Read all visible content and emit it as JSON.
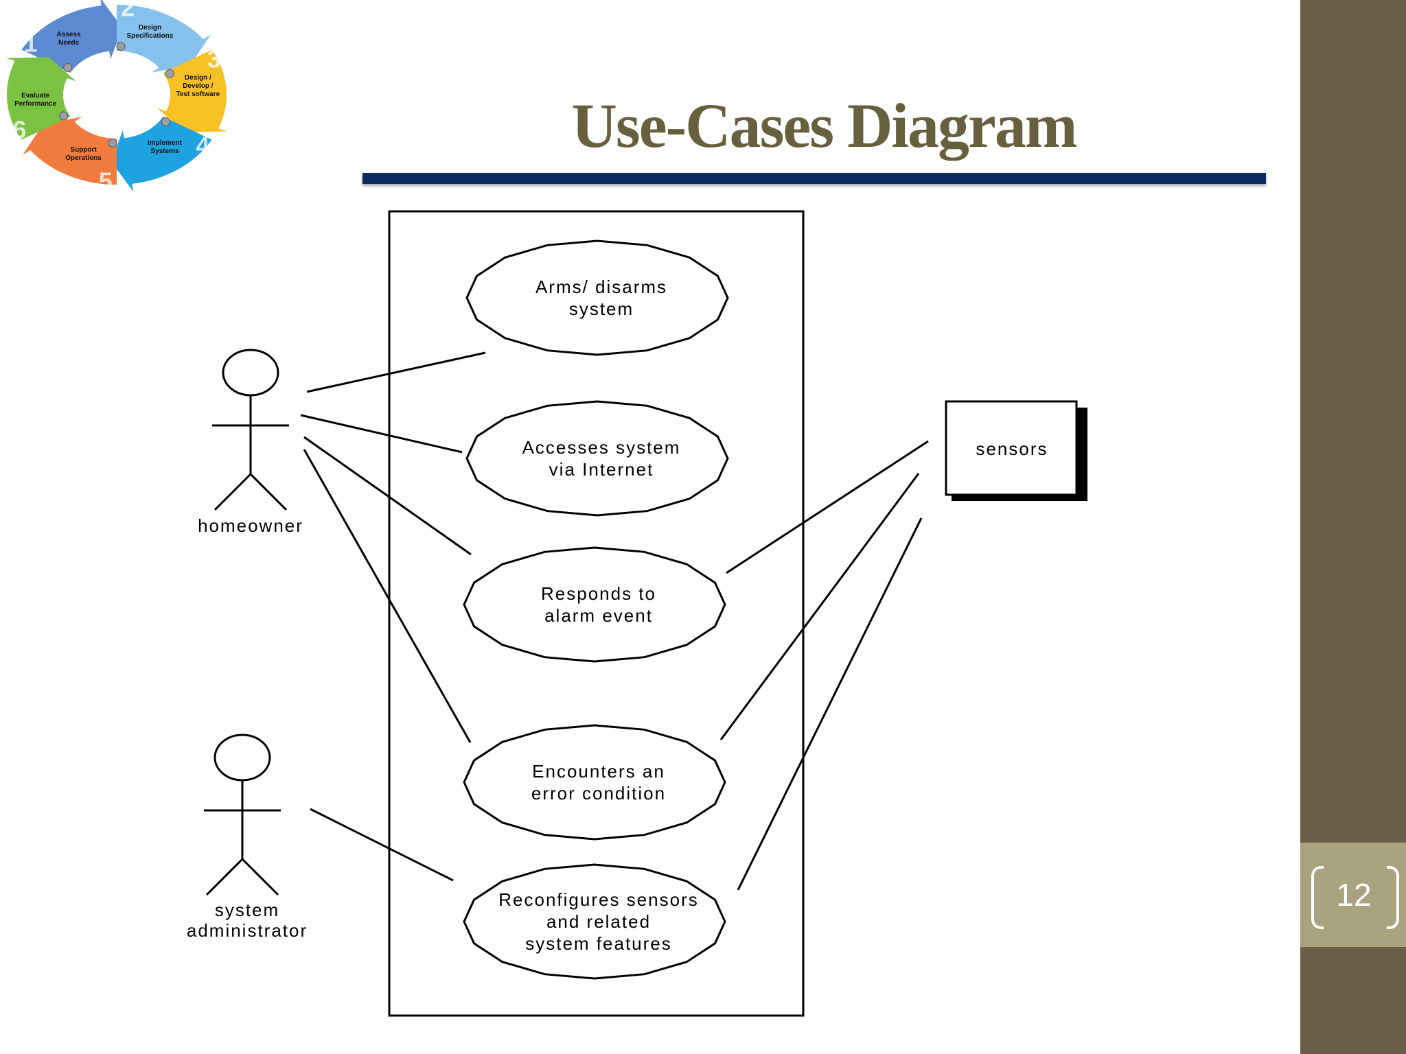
{
  "slide": {
    "title": "Use-Cases Diagram",
    "page_number": "12"
  },
  "colors": {
    "title": "#67603f",
    "title_rule": "#0b2a63",
    "right_bar": "#6b6047",
    "page_box": "#a9a47f",
    "logo_blue": "#5b8ad1",
    "logo_lightblue": "#84c1ec",
    "logo_yellow": "#f7c126",
    "logo_cyan": "#1fa3e0",
    "logo_orange": "#f27c3f",
    "logo_green": "#7cc242"
  },
  "logo": {
    "steps": [
      {
        "num": "1",
        "lines": [
          "Assess",
          "Needs"
        ]
      },
      {
        "num": "2",
        "lines": [
          "Design",
          "Specifications"
        ]
      },
      {
        "num": "3",
        "lines": [
          "Design /",
          "Develop /",
          "Test software"
        ]
      },
      {
        "num": "4",
        "lines": [
          "Implement",
          "Systems"
        ]
      },
      {
        "num": "5",
        "lines": [
          "Support",
          "Operations"
        ]
      },
      {
        "num": "6",
        "lines": [
          "Evaluate",
          "Performance"
        ]
      }
    ]
  },
  "diagram": {
    "actors": [
      {
        "id": "homeowner",
        "lines": [
          "homeowner"
        ]
      },
      {
        "id": "sysadmin",
        "lines": [
          "system",
          "administrator"
        ]
      }
    ],
    "external": {
      "label": "sensors"
    },
    "use_cases": [
      {
        "id": "arms",
        "lines": [
          "Arms/ disarms",
          "system"
        ]
      },
      {
        "id": "access",
        "lines": [
          "Accesses system",
          "via Internet"
        ]
      },
      {
        "id": "responds",
        "lines": [
          "Responds to",
          "alarm event"
        ]
      },
      {
        "id": "encounters",
        "lines": [
          "Encounters an",
          "error condition"
        ]
      },
      {
        "id": "reconfig",
        "lines": [
          "Reconfigures sensors",
          "and related",
          "system features"
        ]
      }
    ],
    "associations": [
      {
        "from": "homeowner",
        "to": "arms"
      },
      {
        "from": "homeowner",
        "to": "access"
      },
      {
        "from": "homeowner",
        "to": "responds"
      },
      {
        "from": "homeowner",
        "to": "encounters"
      },
      {
        "from": "sysadmin",
        "to": "reconfig"
      },
      {
        "from": "sensors",
        "to": "responds"
      },
      {
        "from": "sensors",
        "to": "encounters"
      },
      {
        "from": "sensors",
        "to": "reconfig"
      }
    ]
  }
}
